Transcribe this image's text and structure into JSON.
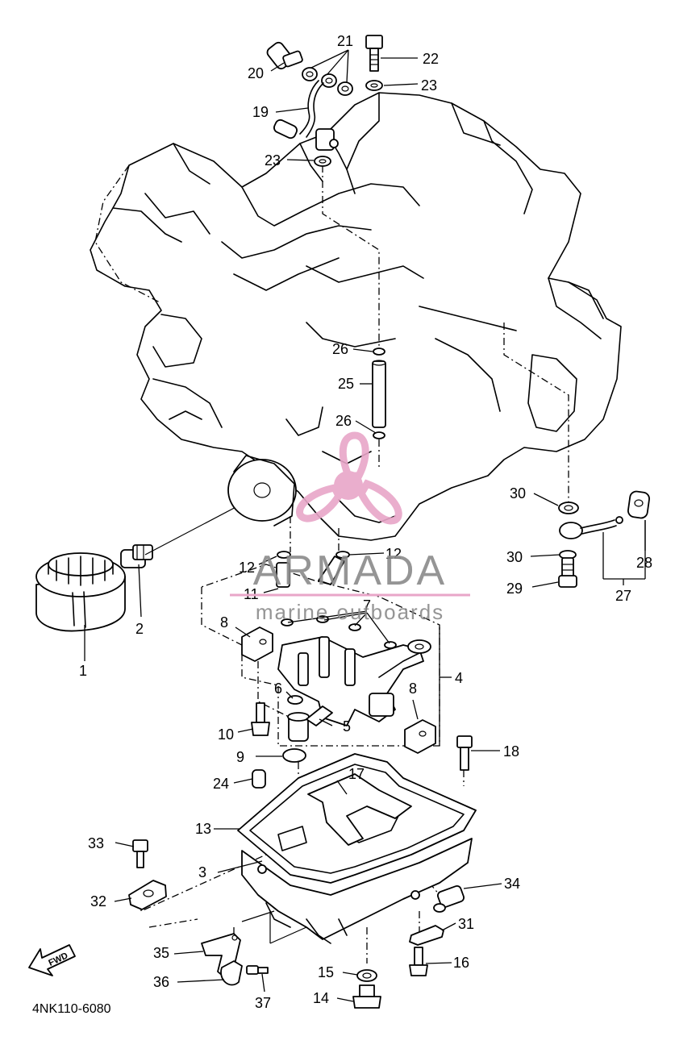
{
  "drawing_code": "4NK110-6080",
  "fwd_label": "FWD",
  "watermark": {
    "brand": "ARMADA",
    "tagline": "marine outboards",
    "accent_color": "#e8a6c8",
    "text_color": "#8a8a8a"
  },
  "callouts": [
    {
      "id": "c1",
      "label": "1"
    },
    {
      "id": "c2",
      "label": "2"
    },
    {
      "id": "c3",
      "label": "3"
    },
    {
      "id": "c4",
      "label": "4"
    },
    {
      "id": "c5",
      "label": "5"
    },
    {
      "id": "c6",
      "label": "6"
    },
    {
      "id": "c7",
      "label": "7"
    },
    {
      "id": "c8a",
      "label": "8"
    },
    {
      "id": "c8b",
      "label": "8"
    },
    {
      "id": "c9",
      "label": "9"
    },
    {
      "id": "c10",
      "label": "10"
    },
    {
      "id": "c11",
      "label": "11"
    },
    {
      "id": "c12a",
      "label": "12"
    },
    {
      "id": "c12b",
      "label": "12"
    },
    {
      "id": "c13",
      "label": "13"
    },
    {
      "id": "c14",
      "label": "14"
    },
    {
      "id": "c15",
      "label": "15"
    },
    {
      "id": "c16",
      "label": "16"
    },
    {
      "id": "c17",
      "label": "17"
    },
    {
      "id": "c18",
      "label": "18"
    },
    {
      "id": "c19",
      "label": "19"
    },
    {
      "id": "c20",
      "label": "20"
    },
    {
      "id": "c21",
      "label": "21"
    },
    {
      "id": "c22",
      "label": "22"
    },
    {
      "id": "c23a",
      "label": "23"
    },
    {
      "id": "c23b",
      "label": "23"
    },
    {
      "id": "c24",
      "label": "24"
    },
    {
      "id": "c25",
      "label": "25"
    },
    {
      "id": "c26a",
      "label": "26"
    },
    {
      "id": "c26b",
      "label": "26"
    },
    {
      "id": "c27",
      "label": "27"
    },
    {
      "id": "c28",
      "label": "28"
    },
    {
      "id": "c29",
      "label": "29"
    },
    {
      "id": "c30a",
      "label": "30"
    },
    {
      "id": "c30b",
      "label": "30"
    },
    {
      "id": "c31",
      "label": "31"
    },
    {
      "id": "c32",
      "label": "32"
    },
    {
      "id": "c33",
      "label": "33"
    },
    {
      "id": "c34",
      "label": "34"
    },
    {
      "id": "c35",
      "label": "35"
    },
    {
      "id": "c36",
      "label": "36"
    },
    {
      "id": "c37",
      "label": "37"
    }
  ]
}
